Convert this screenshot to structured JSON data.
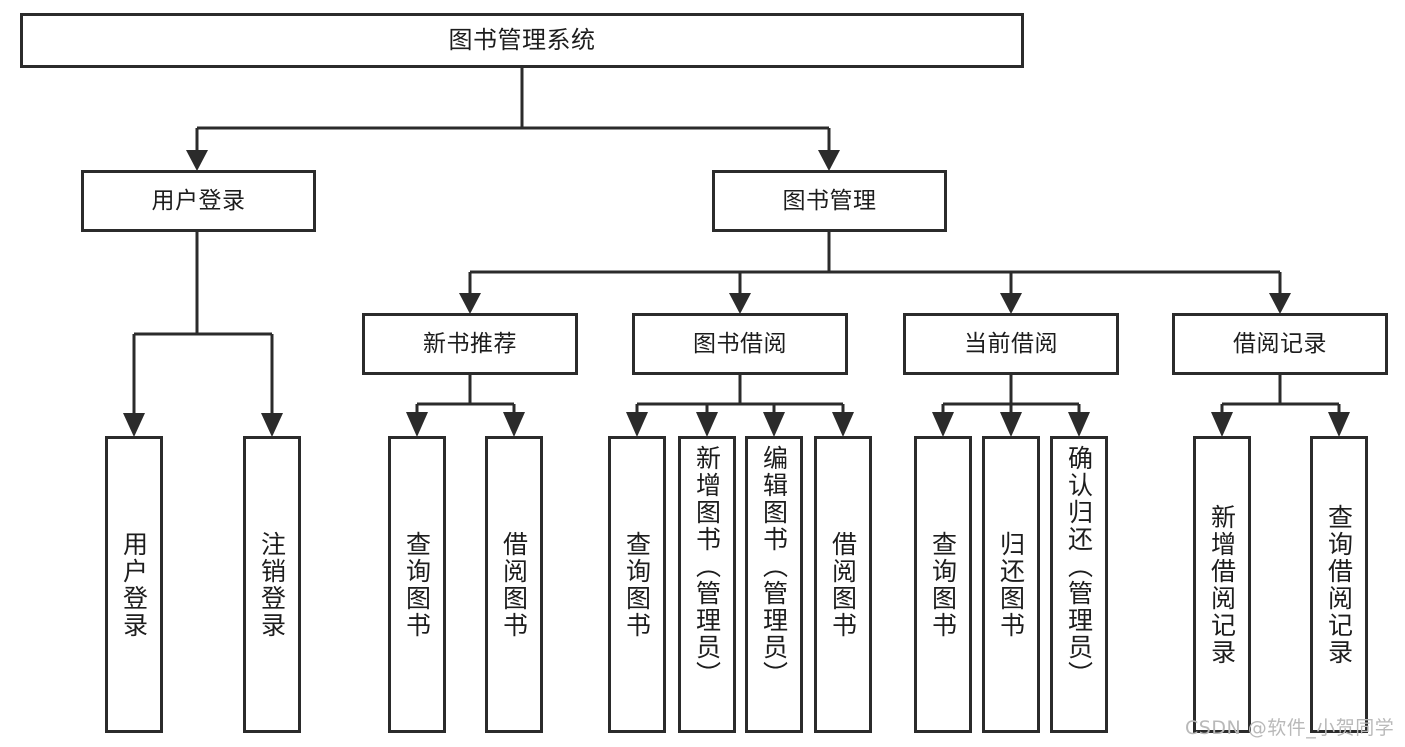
{
  "diagram": {
    "type": "tree",
    "title": "图书管理系统",
    "root": {
      "id": "root",
      "label": "图书管理系统"
    },
    "level2": [
      {
        "id": "user-login",
        "label": "用户登录"
      },
      {
        "id": "book-manage",
        "label": "图书管理"
      }
    ],
    "level3": [
      {
        "id": "new-book-rec",
        "label": "新书推荐",
        "parent": "book-manage"
      },
      {
        "id": "book-borrow",
        "label": "图书借阅",
        "parent": "book-manage"
      },
      {
        "id": "current-borrow",
        "label": "当前借阅",
        "parent": "book-manage"
      },
      {
        "id": "borrow-record",
        "label": "借阅记录",
        "parent": "book-manage"
      }
    ],
    "leaves": [
      {
        "id": "leaf-user-login",
        "label": "用户登录",
        "parent": "user-login"
      },
      {
        "id": "leaf-logout",
        "label": "注销登录",
        "parent": "user-login"
      },
      {
        "id": "leaf-query-book-1",
        "label": "查询图书",
        "parent": "new-book-rec"
      },
      {
        "id": "leaf-borrow-book-1",
        "label": "借阅图书",
        "parent": "new-book-rec"
      },
      {
        "id": "leaf-query-book-2",
        "label": "查询图书",
        "parent": "book-borrow"
      },
      {
        "id": "leaf-add-book",
        "label": "新增图书（管理员）",
        "parent": "book-borrow"
      },
      {
        "id": "leaf-edit-book",
        "label": "编辑图书（管理员）",
        "parent": "book-borrow"
      },
      {
        "id": "leaf-borrow-book-2",
        "label": "借阅图书",
        "parent": "book-borrow"
      },
      {
        "id": "leaf-query-book-3",
        "label": "查询图书",
        "parent": "current-borrow"
      },
      {
        "id": "leaf-return-book",
        "label": "归还图书",
        "parent": "current-borrow"
      },
      {
        "id": "leaf-confirm-return",
        "label": "确认归还（管理员）",
        "parent": "current-borrow"
      },
      {
        "id": "leaf-add-record",
        "label": "新增借阅记录",
        "parent": "borrow-record"
      },
      {
        "id": "leaf-query-record",
        "label": "查询借阅记录",
        "parent": "borrow-record"
      }
    ],
    "colors": {
      "stroke": "#2b2b2b",
      "fill": "#ffffff",
      "text": "#1d1d1d",
      "watermark": "#b9b9b9"
    }
  },
  "watermark": {
    "text": "CSDN @软件_小贺同学"
  }
}
